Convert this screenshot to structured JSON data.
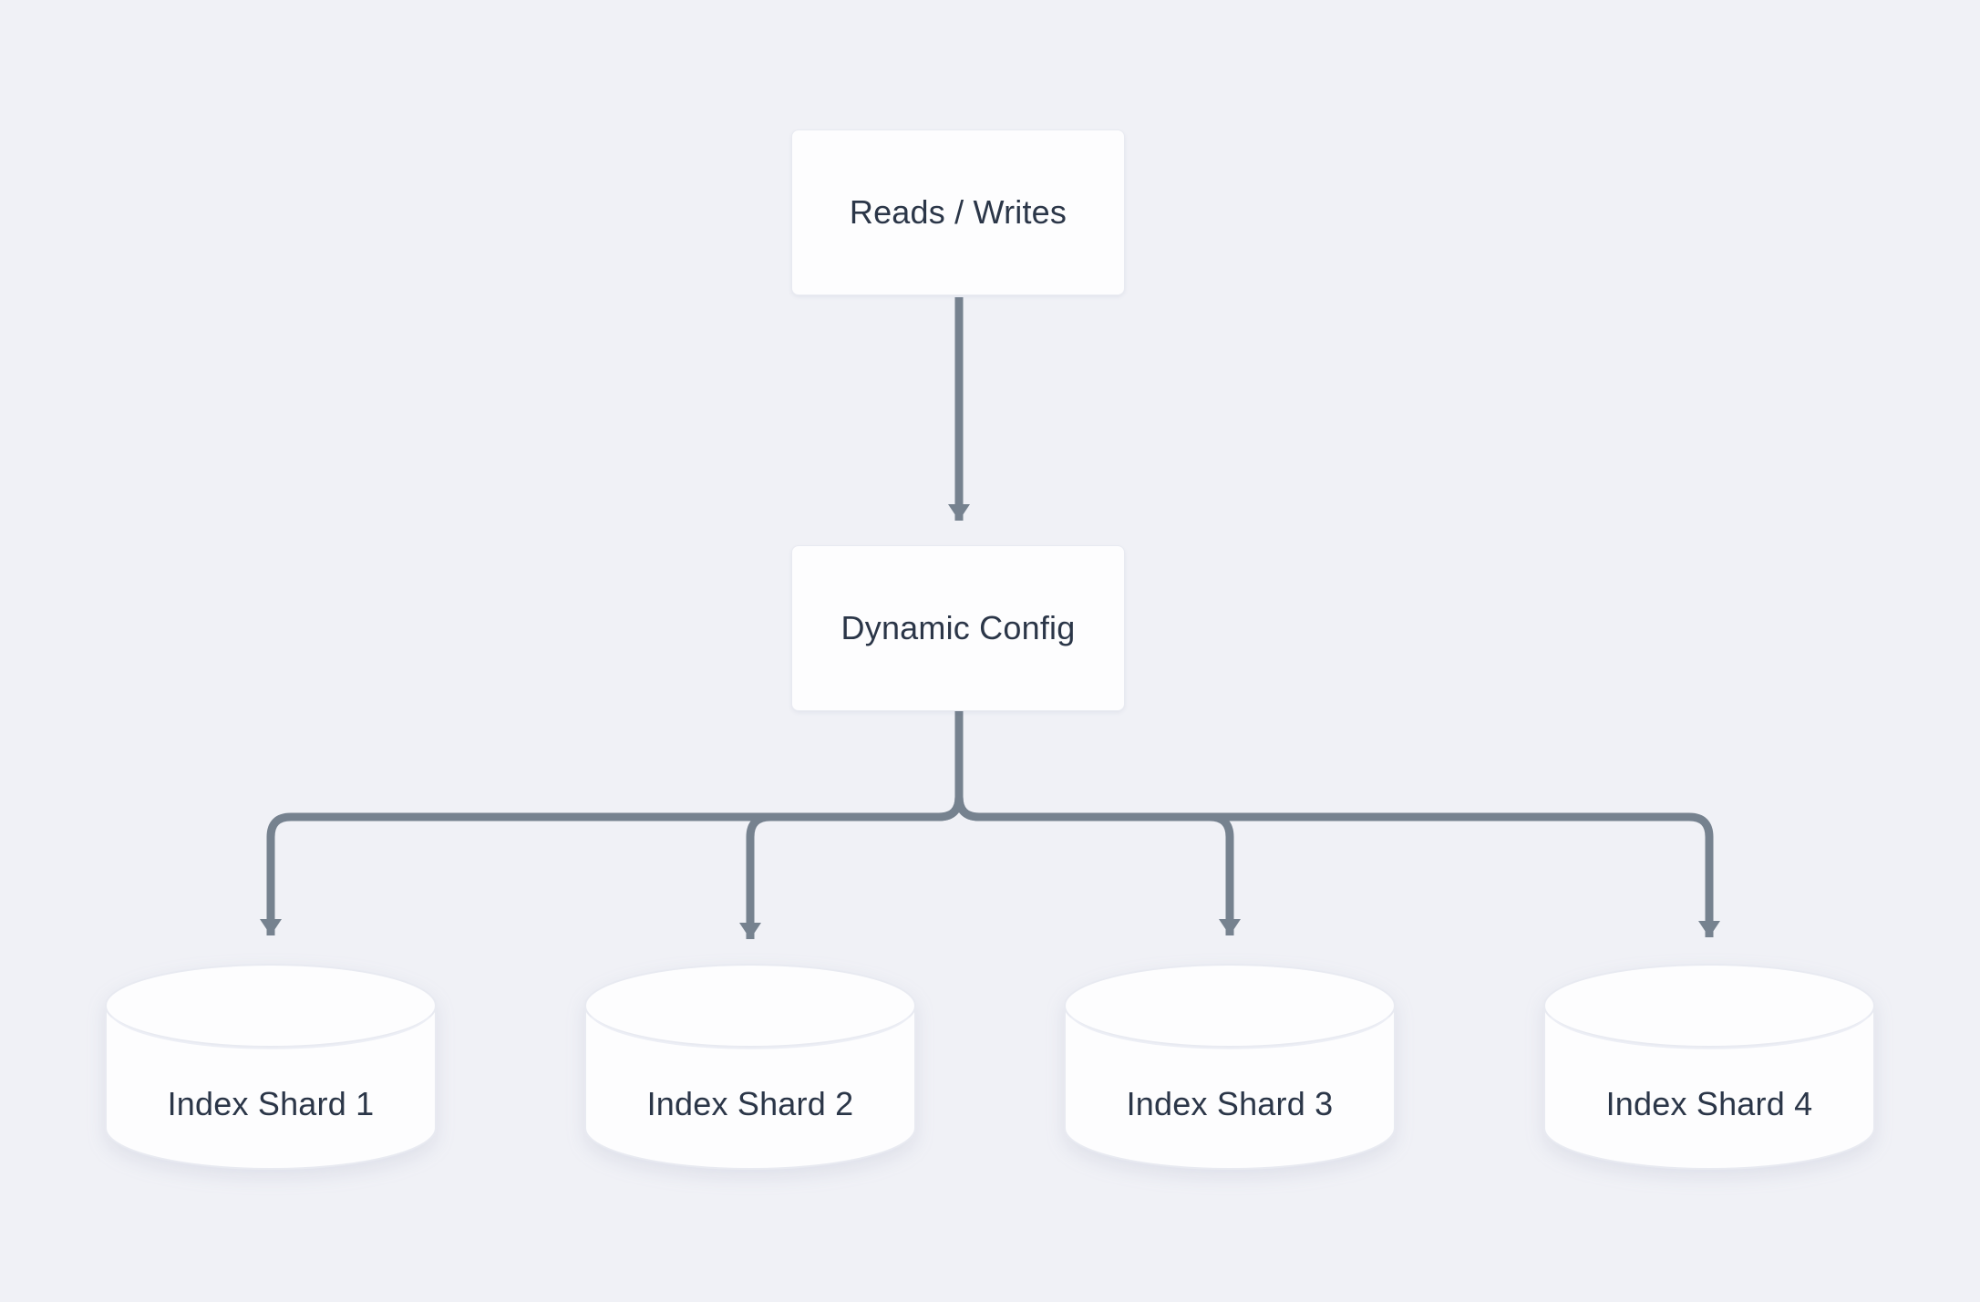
{
  "diagram": {
    "type": "flowchart-top-down",
    "colors": {
      "bg": "#F0F1F6",
      "connector": "#76828F",
      "node-fill": "#FDFDFE",
      "node-border": "#E8EAF1",
      "text": "#2B3648"
    },
    "nodes": {
      "reads_writes": {
        "label": "Reads / Writes",
        "shape": "rectangle"
      },
      "dynamic_config": {
        "label": "Dynamic Config",
        "shape": "rectangle"
      },
      "shard1": {
        "label": "Index Shard 1",
        "shape": "cylinder"
      },
      "shard2": {
        "label": "Index Shard 2",
        "shape": "cylinder"
      },
      "shard3": {
        "label": "Index Shard 3",
        "shape": "cylinder"
      },
      "shard4": {
        "label": "Index Shard 4",
        "shape": "cylinder"
      }
    },
    "edges": [
      {
        "from": "reads_writes",
        "to": "dynamic_config"
      },
      {
        "from": "dynamic_config",
        "to": "shard1"
      },
      {
        "from": "dynamic_config",
        "to": "shard2"
      },
      {
        "from": "dynamic_config",
        "to": "shard3"
      },
      {
        "from": "dynamic_config",
        "to": "shard4"
      }
    ]
  }
}
